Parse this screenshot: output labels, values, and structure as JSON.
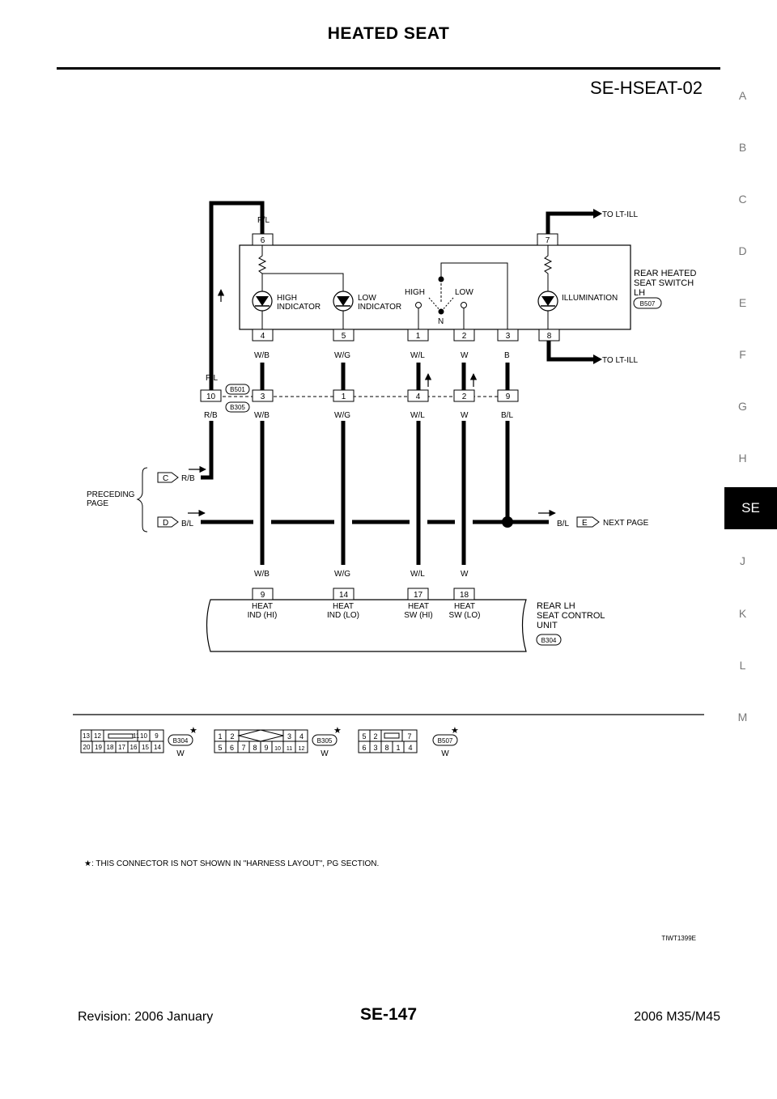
{
  "header": {
    "title": "HEATED SEAT",
    "diagram_code": "SE-HSEAT-02"
  },
  "index": {
    "letters": [
      "A",
      "B",
      "C",
      "D",
      "E",
      "F",
      "G",
      "H",
      "SE",
      "J",
      "K",
      "L",
      "M"
    ],
    "active": "SE"
  },
  "footer": {
    "revision": "Revision: 2006 January",
    "page": "SE-147",
    "model": "2006 M35/M45"
  },
  "figure_code": "TIWT1399E",
  "footnote": ": THIS CONNECTOR IS NOT SHOWN IN \"HARNESS LAYOUT\", PG SECTION.",
  "footnote_mark": "★",
  "colors": {
    "ink": "#000000",
    "index_text": "#777777",
    "active_tab": "#000000"
  },
  "switch": {
    "name_lines": [
      "REAR HEATED",
      "SEAT SWITCH",
      "LH"
    ],
    "connector": "B507",
    "top_pins": [
      "6",
      "7"
    ],
    "bottom_pins": [
      "4",
      "5",
      "1",
      "2",
      "3",
      "8"
    ],
    "labels": {
      "high_indicator": [
        "HIGH",
        "INDICATOR"
      ],
      "low_indicator": [
        "LOW",
        "INDICATOR"
      ],
      "high": "HIGH",
      "low": "LOW",
      "neutral": "N",
      "illumination": "ILLUMINATION"
    },
    "to_lt_ill": "TO LT-ILL"
  },
  "joint": {
    "upper": "B501",
    "lower": "B305",
    "pins": [
      "10",
      "3",
      "1",
      "4",
      "2",
      "9"
    ]
  },
  "wires": {
    "pl": "P/L",
    "rb": "R/B",
    "wb": "W/B",
    "wg": "W/G",
    "wl": "W/L",
    "w": "W",
    "b": "B",
    "bl": "B/L"
  },
  "preceding": {
    "lines": [
      "PRECEDING",
      "PAGE"
    ],
    "c": "C",
    "d": "D"
  },
  "next": {
    "e": "E",
    "label": "NEXT PAGE"
  },
  "control_unit": {
    "name_lines": [
      "REAR LH",
      "SEAT CONTROL",
      "UNIT"
    ],
    "connector": "B304",
    "pins": [
      "9",
      "14",
      "17",
      "18"
    ],
    "terminals": [
      [
        "HEAT",
        "IND (HI)"
      ],
      [
        "HEAT",
        "IND (LO)"
      ],
      [
        "HEAT",
        "SW (HI)"
      ],
      [
        "HEAT",
        "SW (LO)"
      ]
    ]
  },
  "connector_faces": [
    {
      "id": "B304",
      "color": "W",
      "top": [
        "13",
        "12",
        "11",
        "10",
        "9"
      ],
      "bottom": [
        "20",
        "19",
        "18",
        "17",
        "16",
        "15",
        "14"
      ]
    },
    {
      "id": "B305",
      "color": "W",
      "top": [
        "1",
        "2",
        "3",
        "4"
      ],
      "bottom": [
        "5",
        "6",
        "7",
        "8",
        "9",
        "10",
        "11",
        "12"
      ]
    },
    {
      "id": "B507",
      "color": "W",
      "top": [
        "5",
        "2",
        "7"
      ],
      "bottom": [
        "6",
        "3",
        "8",
        "1",
        "4"
      ]
    }
  ]
}
